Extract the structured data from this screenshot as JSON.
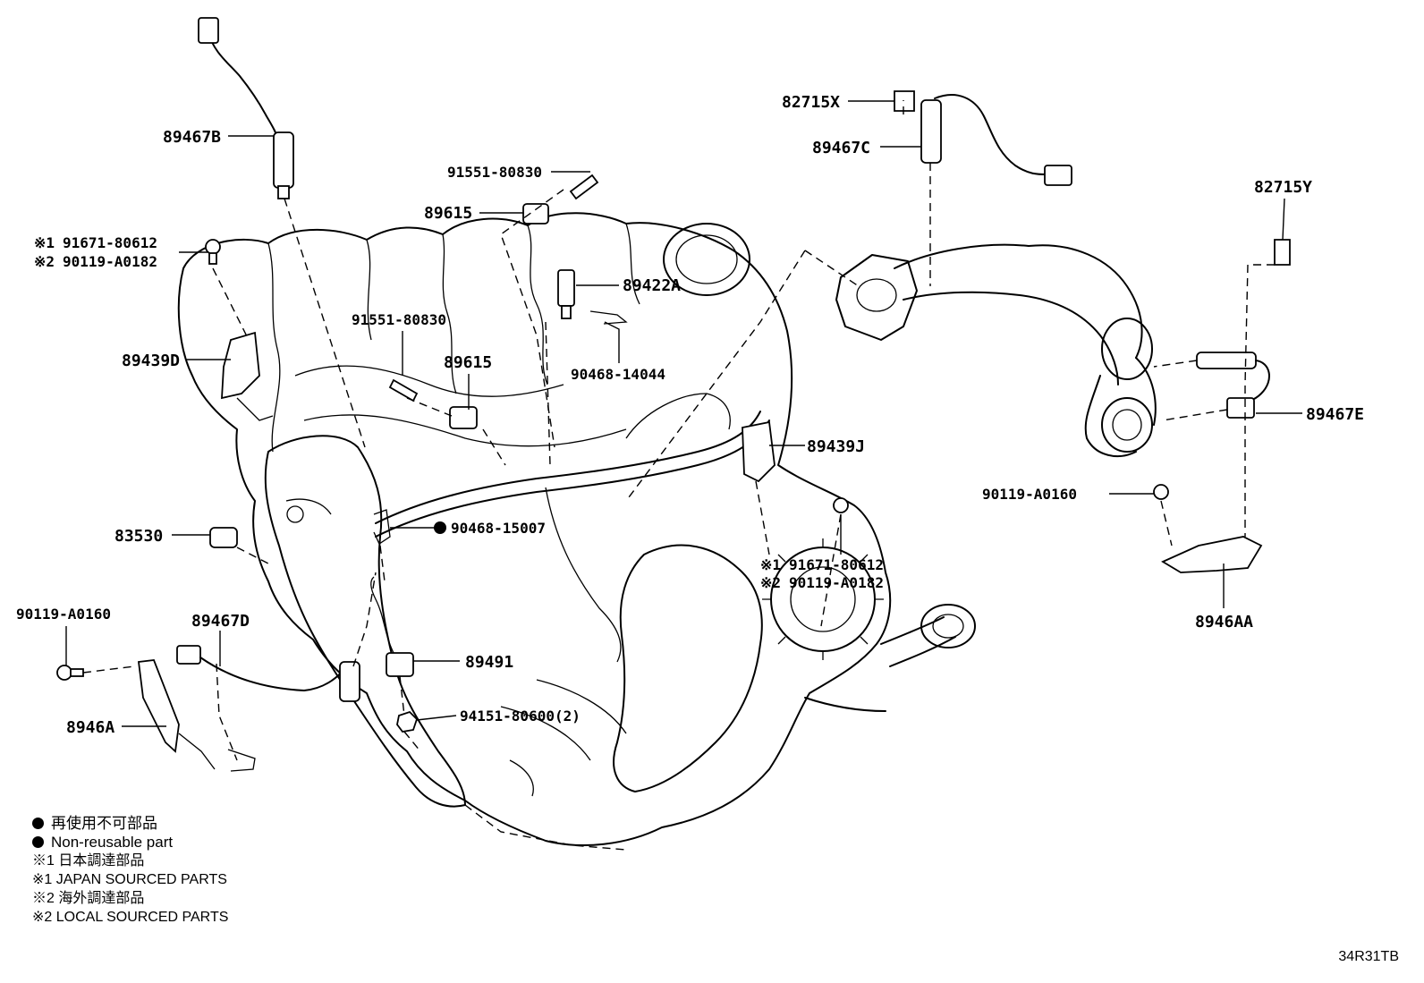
{
  "labels": {
    "p89467B": "89467B",
    "p91551_a": "91551-80830",
    "p89615_a": "89615",
    "p91671_a_mark": "※1",
    "p91671_a": "91671-80612",
    "p90119_a_mark": "※2",
    "p90119_a": "90119-A0182",
    "p89422A": "89422A",
    "p91551_b": "91551-80830",
    "p89615_b": "89615",
    "p90468_14044": "90468-14044",
    "p89439D": "89439D",
    "p82715X": "82715X",
    "p89467C": "89467C",
    "p82715Y": "82715Y",
    "p89467E": "89467E",
    "p89439J": "89439J",
    "p90119_A0160_r": "90119-A0160",
    "p91671_b_mark": "※1",
    "p91671_b": "91671-80612",
    "p90119_b_mark": "※2",
    "p90119_b": "90119-A0182",
    "p8946AA": "8946AA",
    "p83530": "83530",
    "p90468_15007": "90468-15007",
    "p90119_A0160_l": "90119-A0160",
    "p89467D": "89467D",
    "p89491": "89491",
    "p94151": "94151-80600(2)",
    "p8946A": "8946A"
  },
  "legend": {
    "nonreusable_jp": "再使用不可部品",
    "nonreusable_en": "Non-reusable part",
    "japan_jp": "※1 日本調達部品",
    "japan_en": "※1 JAPAN SOURCED PARTS",
    "local_jp": "※2 海外調達部品",
    "local_en": "※2 LOCAL SOURCED PARTS"
  },
  "drawing_code": "34R31TB"
}
